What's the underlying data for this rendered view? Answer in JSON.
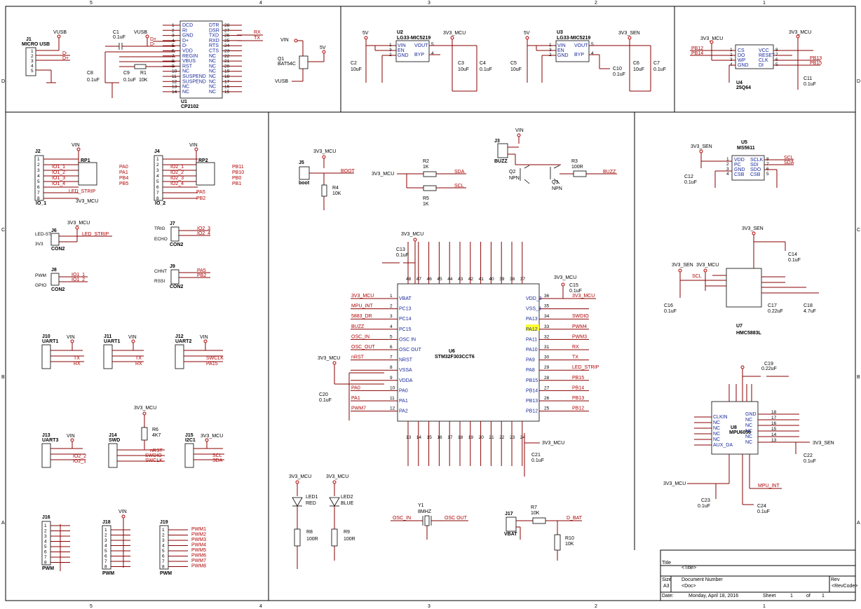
{
  "border": {
    "cols_top": [
      "5",
      "4",
      "3",
      "2",
      "1"
    ],
    "cols_bottom": [
      "5",
      "4",
      "3",
      "2",
      "1"
    ],
    "rows": [
      "D",
      "C",
      "B",
      "A"
    ]
  },
  "title_block": {
    "title_label": "Title",
    "title_value": "<Title>",
    "size_label": "Size",
    "size_value": "A3",
    "docnum_label": "Document Number",
    "docnum_value": "<Doc>",
    "rev_label": "Rev",
    "rev_value": "<RevCode>",
    "date_label": "Date:",
    "date_value": "Monday, April 18, 2016",
    "sheet_label": "Sheet",
    "sheet_value": "1",
    "of_label": "of",
    "of_value": "1"
  },
  "usb": {
    "j1_ref": "J1",
    "j1_name": "MICRO USB",
    "j1_pins": [
      "1",
      "2",
      "3",
      "4",
      "5"
    ],
    "vusb": "VUSB",
    "dminus": "D-",
    "dplus": "D+",
    "c1_ref": "C1",
    "c1_val": "0.1uF",
    "c8_ref": "C8",
    "c8_val": "0.1uF",
    "c9_ref": "C9",
    "c9_val": "0.1uF",
    "r1_ref": "R1",
    "r1_val": "10K",
    "u1_ref": "U1",
    "u1_name": "CP2102",
    "u1_left_pins": [
      "1",
      "2",
      "3",
      "4",
      "5",
      "6",
      "7",
      "8",
      "9",
      "10",
      "11",
      "12",
      "13",
      "14"
    ],
    "u1_left_names": [
      "DCD",
      "RI",
      "GND",
      "D+",
      "D-",
      "VDD",
      "REGIN",
      "VBUS",
      "RST",
      "NC",
      "SUSPEND",
      "SUSPEND",
      "NC",
      "NC"
    ],
    "u1_right_pins": [
      "28",
      "27",
      "26",
      "25",
      "24",
      "23",
      "22",
      "21",
      "20",
      "19",
      "18",
      "17",
      "16",
      "15"
    ],
    "u1_right_names": [
      "DTR",
      "DSR",
      "TXD",
      "RXD",
      "RTS",
      "CTS",
      "NC",
      "NC",
      "NC",
      "NC",
      "NC",
      "NC",
      "NC",
      "NC"
    ],
    "rx": "RX",
    "tx": "TX",
    "q1_ref": "Q1",
    "q1_val": "BAT54C",
    "vin": "VIN",
    "v5": "5V"
  },
  "reg1": {
    "v5": "5V",
    "out": "3V3_MCU",
    "u_ref": "U2",
    "u_name": "LG33-MIC5219",
    "pins_left": [
      "1",
      "3",
      "2"
    ],
    "names_left": [
      "VIN",
      "EN",
      "GND"
    ],
    "pins_right": [
      "5",
      "4"
    ],
    "names_right": [
      "VOUT",
      "BYP"
    ],
    "c2": "C2",
    "c2v": "10uF",
    "c3": "C3",
    "c3v": "10uF",
    "c4": "C4",
    "c4v": "0.1uF"
  },
  "reg2": {
    "v5": "5V",
    "out": "3V3_SEN",
    "u_ref": "U3",
    "u_name": "LG33-MIC5219",
    "pins_left": [
      "1",
      "3",
      "2"
    ],
    "names_left": [
      "VIN",
      "EN",
      "GND"
    ],
    "pins_right": [
      "5",
      "4"
    ],
    "names_right": [
      "VOUT",
      "BYP"
    ],
    "c5": "C5",
    "c5v": "10uF",
    "c6": "C6",
    "c6v": "10uF",
    "c7": "C7",
    "c7v": "0.1uF",
    "c10": "C10",
    "c10v": "0.1uF"
  },
  "flash": {
    "v": "3V3_MCU",
    "u_ref": "U4",
    "u_name": "25Q64",
    "nets_left": [
      "PB12",
      "PB14"
    ],
    "pins_left": [
      "1",
      "2",
      "3",
      "4"
    ],
    "names_left": [
      "CS",
      "DO",
      "WP",
      "GND"
    ],
    "pins_right": [
      "8",
      "7",
      "6",
      "5"
    ],
    "names_right": [
      "VCC",
      "RESET",
      "CLK",
      "DI"
    ],
    "nets_right": [
      "PB13",
      "PB15"
    ],
    "c11": "C11",
    "c11v": "0.1uF"
  },
  "io": {
    "j2": "J2",
    "j2n": "IO_1",
    "rp1": "RP1",
    "vin": "VIN",
    "v33": "3V3_MCU",
    "j2_nets": [
      "IO1_1",
      "IO1_2",
      "IO1_3",
      "IO1_4"
    ],
    "rp1_out": [
      "PA0",
      "PA1",
      "PB4",
      "PB5"
    ],
    "led_strip": "LED_STRIP",
    "j4": "J4",
    "j4n": "IO_2",
    "rp2": "RP2",
    "j4_nets": [
      "IO2_1",
      "IO2_2",
      "IO2_3",
      "IO2_4"
    ],
    "rp2_out": [
      "PB11",
      "PB10",
      "PB0",
      "PB1"
    ],
    "pa5": "PA5",
    "pb2": "PB2",
    "pins8": [
      "1",
      "2",
      "3",
      "4",
      "5",
      "6",
      "7",
      "8"
    ]
  },
  "small_conn": {
    "v33": "3V3_MCU",
    "j6": "J6",
    "j6n": "CON2",
    "j6_l1": "LED-ST",
    "j6_l2": "3V3",
    "j6_net": "LED_STRIP",
    "j8": "J8",
    "j8n": "CON2",
    "j8_l1": "PWM",
    "j8_l2": "GPIO",
    "j8_n1": "IO1_1",
    "j8_n2": "IO1_2",
    "j7": "J7",
    "j7n": "CON2",
    "j7_l1": "TRIG",
    "j7_l2": "ECHO",
    "j7_n1": "IO2_3",
    "j7_n2": "IO2_4",
    "j9": "J9",
    "j9n": "CON2",
    "j9_l1": "CHNT",
    "j9_l2": "RSSI",
    "j9_n1": "PA5",
    "j9_n2": "PB2"
  },
  "uarts": {
    "vin": "VIN",
    "j10": "J10",
    "j10n": "UART1",
    "j10_n": [
      "TX",
      "RX"
    ],
    "j11": "J11",
    "j11n": "UART1",
    "j11_n": [
      "TX",
      "RX"
    ],
    "j12": "J12",
    "j12n": "UART2",
    "j12_n": [
      "SWCLK",
      "PA15"
    ],
    "j13": "J13",
    "j13n": "UART3",
    "j13_n": [
      "IO2_2",
      "IO2_1"
    ],
    "j14": "J14",
    "j14n": "SWD",
    "j14_n": [
      "nRST",
      "SWDIO",
      "SWCLK"
    ],
    "r6": "R6",
    "r6v": "4K7",
    "v33": "3V3_MCU",
    "j15": "J15",
    "j15n": "I2C1",
    "j15_n": [
      "SCL",
      "SDA"
    ]
  },
  "pwm": {
    "j16": "J16",
    "j16n": "PWM",
    "j18": "J18",
    "j18n": "PWM",
    "vin": "VIN",
    "j19": "J19",
    "j19n": "PWM",
    "j19_nets": [
      "PWM1",
      "PWM2",
      "PWM3",
      "PWM4",
      "PWM5",
      "PWM6",
      "PWM7",
      "PWM8"
    ]
  },
  "boot": {
    "v33": "3V3_MCU",
    "j5": "J5",
    "j5n": "boot",
    "net": "BOOT",
    "r4": "R4",
    "r4v": "10K",
    "r2": "R2",
    "r2v": "1K",
    "r5": "R5",
    "r5v": "1K",
    "sda": "SDA",
    "scl": "SCL"
  },
  "buzzer": {
    "vin": "VIN",
    "j3": "J3",
    "j3n": "BUZZ",
    "q2": "Q2",
    "q2n": "NPN",
    "q3": "Q3",
    "q3n": "NPN",
    "r3": "R3",
    "r3v": "100R",
    "net": "BUZZ"
  },
  "mcu": {
    "ref": "U6",
    "name": "STM32F303CCT6",
    "v33": "3V3_MCU",
    "c13": "C13",
    "c13v": "0.1uF",
    "c15": "C15",
    "c15v": "0.1uF",
    "c20": "C20",
    "c20v": "0.1uF",
    "c21": "C21",
    "c21v": "0.1uF",
    "left_nets": [
      "3V3_MCU",
      "MPU_INT",
      "5883_DR",
      "BUZZ",
      "OSC_IN",
      "OSC_OUT",
      "nRST",
      "",
      "",
      "PA0",
      "PA1",
      "PWM7"
    ],
    "left_pins": [
      "1",
      "2",
      "3",
      "4",
      "5",
      "6",
      "7",
      "8",
      "9",
      "10",
      "11",
      "12"
    ],
    "left_names": [
      "VBAT",
      "PC13",
      "PC14",
      "PC15",
      "OSC IN",
      "OSC OUT",
      "NRST",
      "VSSA",
      "VDDA",
      "PA0",
      "PA1",
      "PA2"
    ],
    "right_pins": [
      "36",
      "35",
      "34",
      "33",
      "32",
      "31",
      "30",
      "29",
      "28",
      "27",
      "26",
      "25"
    ],
    "right_names": [
      "VDD_3",
      "VSS_3",
      "PA13",
      "PA12",
      "PA11",
      "PA10",
      "PA9",
      "PA8",
      "PB15",
      "PB14",
      "PB13",
      "PB12"
    ],
    "right_nets": [
      "3V3_MCU",
      "",
      "SWDIO",
      "PWM4",
      "PWM3",
      "RX",
      "TX",
      "LED_STRIP",
      "PB15",
      "PB14",
      "PB13",
      "PB12"
    ],
    "top_pins": [
      "48",
      "47",
      "46",
      "45",
      "44",
      "43",
      "42",
      "41",
      "40",
      "39",
      "38",
      "37"
    ],
    "bottom_pins": [
      "13",
      "14",
      "15",
      "16",
      "17",
      "18",
      "19",
      "20",
      "21",
      "22",
      "23",
      "24"
    ],
    "top_nets": [
      "",
      "",
      "",
      "",
      "",
      "",
      "",
      "",
      "",
      "",
      "",
      ""
    ],
    "highlight": "PA12"
  },
  "leds": {
    "v33": "3V3_MCU",
    "led1": "LED1",
    "led1v": "RED",
    "led2": "LED2",
    "led2v": "BLUE",
    "r8": "R8",
    "r8v": "100R",
    "r9": "R9",
    "r9v": "100R"
  },
  "osc": {
    "y1": "Y1",
    "y1v": "8MHZ",
    "in": "OSC_IN",
    "out": "OSC OUT"
  },
  "vbat": {
    "j17": "J17",
    "j17n": "VBAT",
    "r7": "R7",
    "r7v": "10K",
    "r10": "R10",
    "r10v": "10K",
    "net": "D_BAT"
  },
  "baro": {
    "v": "3V3_SEN",
    "u": "U5",
    "un": "MS5611",
    "left": [
      "VDD",
      "PC",
      "GND",
      "CSB"
    ],
    "right": [
      "SCLK",
      "SDI",
      "SDO",
      "CSB"
    ],
    "pins_r": [
      "8",
      "7",
      "6",
      "5"
    ],
    "pins_l": [
      "1",
      "2",
      "3",
      "4"
    ],
    "scl": "SCL",
    "sda": "SDA",
    "c12": "C12",
    "c12v": "0.1uF"
  },
  "mag": {
    "u": "U7",
    "un": "HMC5883L",
    "v_sen": "3V3_SEN",
    "v_mcu": "3V3_MCU",
    "c14": "C14",
    "c14v": "0.1uF",
    "c16": "C16",
    "c16v": "0.1uF",
    "c17": "C17",
    "c17v": "0.22uF",
    "c18": "C18",
    "c18v": "4.7uF",
    "scl": "SCL"
  },
  "imu": {
    "u": "U8",
    "un": "MPU6050",
    "v_sen": "3V3_SEN",
    "v_mcu": "3V3_MCU",
    "c19": "C19",
    "c19v": "0.22uF",
    "c22": "C22",
    "c22v": "0.1uF",
    "c23": "C23",
    "c23v": "0.1uF",
    "c24": "C24",
    "c24v": "0.1uF",
    "int": "MPU_INT",
    "left": [
      "CLKIN",
      "NC",
      "NC",
      "NC",
      "NC",
      "AUX_DA"
    ],
    "right": [
      "GND",
      "NC",
      "NC",
      "NC",
      "NC",
      "NC"
    ],
    "rpins": [
      "18",
      "17",
      "16",
      "15",
      "14",
      "13"
    ]
  }
}
